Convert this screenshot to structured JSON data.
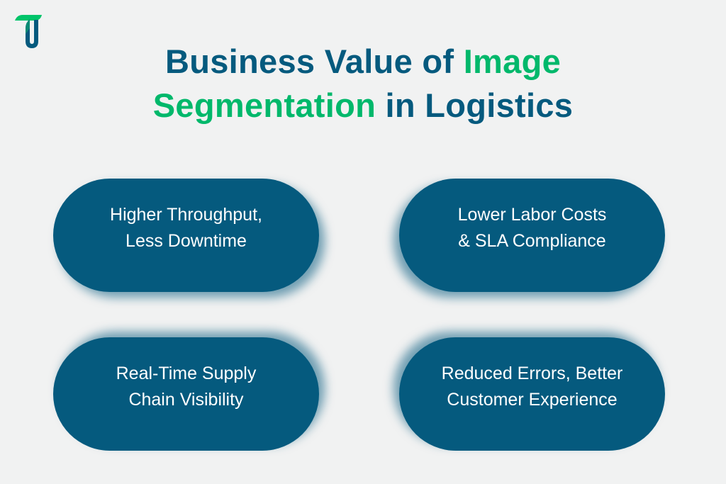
{
  "logo": {
    "icon": "tu-logo-icon"
  },
  "title": {
    "line1_part1": "Business Value of ",
    "line1_highlight": "Image",
    "line2_highlight": "Segmentation",
    "line2_part2": " in Logistics"
  },
  "cards": [
    {
      "line1": "Higher Throughput,",
      "line2": "Less Downtime"
    },
    {
      "line1": "Lower Labor Costs",
      "line2": "& SLA Compliance"
    },
    {
      "line1": "Real-Time Supply",
      "line2": "Chain Visibility"
    },
    {
      "line1": "Reduced Errors, Better",
      "line2": "Customer Experience"
    }
  ],
  "colors": {
    "primary": "#055a7e",
    "accent": "#00b86b",
    "background": "#f1f2f2"
  }
}
